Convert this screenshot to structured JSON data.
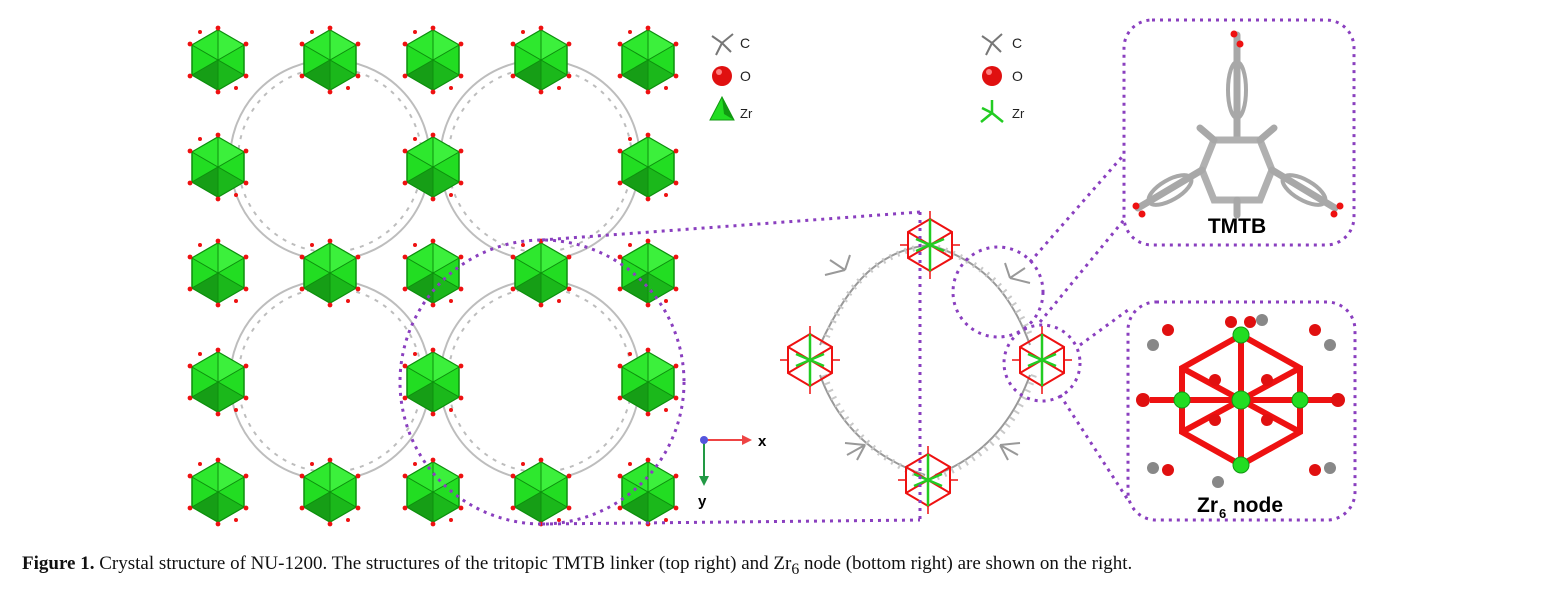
{
  "legend_left": {
    "c": "C",
    "o": "O",
    "zr": "Zr"
  },
  "legend_mid": {
    "c": "C",
    "o": "O",
    "zr": "Zr"
  },
  "axes": {
    "x": "x",
    "y": "y"
  },
  "inset_top": {
    "label": "TMTB"
  },
  "inset_bottom": {
    "label_main": "Zr",
    "label_sub": "6",
    "label_tail": " node"
  },
  "caption": {
    "figure_label": "Figure 1.",
    "text_part1": " Crystal structure of NU-1200. The structures of the tritopic TMTB linker (top right) and Zr",
    "text_sub": "6",
    "text_part2": " node (bottom right) are shown on the right."
  },
  "colors": {
    "zr_green": "#22dd22",
    "zr_dark": "#119911",
    "oxygen_red": "#ee1111",
    "carbon_gray": "#888888",
    "callout_purple": "#8a3fbf"
  }
}
